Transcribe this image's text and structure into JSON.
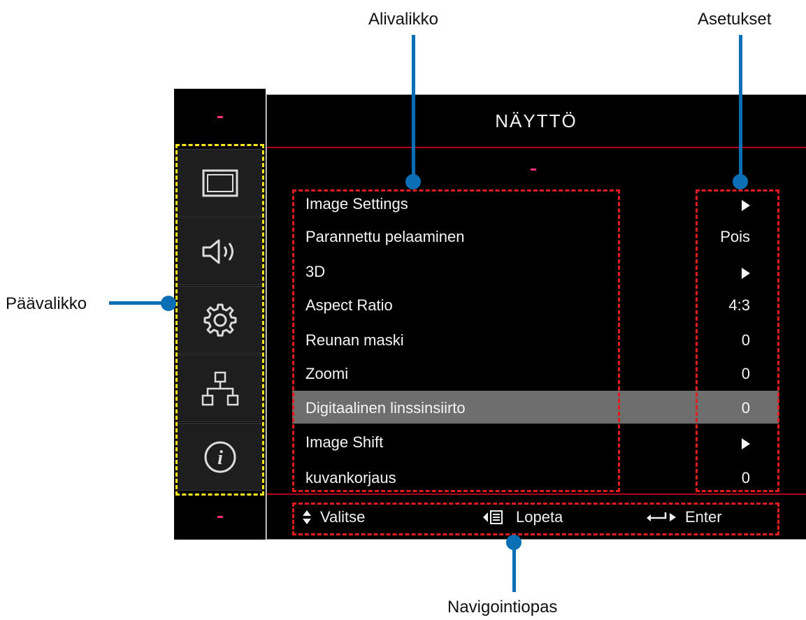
{
  "callouts": {
    "submenu": "Alivalikko",
    "settings": "Asetukset",
    "main_menu": "Päävalikko",
    "nav_guide": "Navigointiopas"
  },
  "osd": {
    "title": "NÄYTTÖ",
    "menu_icons": [
      "display-icon",
      "speaker-icon",
      "gear-icon",
      "network-icon",
      "info-icon"
    ],
    "selected_row": 6,
    "rows": [
      {
        "label": "Image Settings",
        "value": "",
        "submenu": true
      },
      {
        "label": "Parannettu pelaaminen",
        "value": "Pois",
        "submenu": false
      },
      {
        "label": "3D",
        "value": "",
        "submenu": true
      },
      {
        "label": "Aspect Ratio",
        "value": "4:3",
        "submenu": false
      },
      {
        "label": "Reunan maski",
        "value": "0",
        "submenu": false
      },
      {
        "label": "Zoomi",
        "value": "0",
        "submenu": false
      },
      {
        "label": "Digitaalinen linssinsiirto",
        "value": "0",
        "submenu": false
      },
      {
        "label": "Image Shift",
        "value": "",
        "submenu": true
      },
      {
        "label": "kuvankorjaus",
        "value": "0",
        "submenu": false
      }
    ],
    "nav": {
      "select": "Valitse",
      "exit": "Lopeta",
      "enter": "Enter"
    }
  },
  "colors": {
    "callout_line": "#0a6fb5",
    "main_menu_outline": "#ffe81a",
    "region_outline": "#e21b1b",
    "separator": "#b3001b",
    "highlight": "#6e6e6e"
  }
}
